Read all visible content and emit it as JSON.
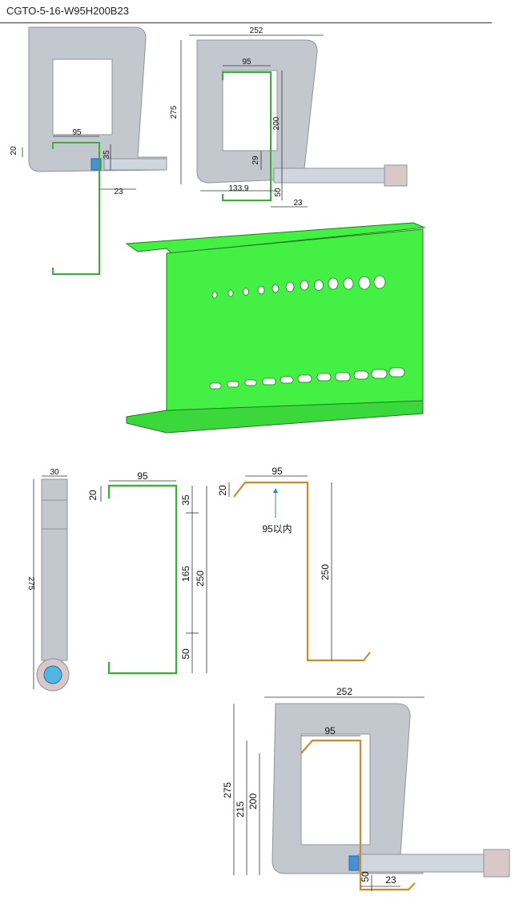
{
  "header": {
    "title": "CGTO-5-16-W95H200B23"
  },
  "colors": {
    "frame": "#c3c8ce",
    "frame_edge": "#8e949b",
    "green_profile": "#2fb52f",
    "green_fill": "#44f044",
    "orange_profile": "#cf8a2c",
    "dim_line": "#333333",
    "note_arrow": "#3a7fc0"
  },
  "view1": {
    "w": "95",
    "a": "20",
    "b": "35",
    "c": "23"
  },
  "view2": {
    "top": "252",
    "h": "275",
    "w": "95",
    "h2": "200",
    "g": "29",
    "d": "133.9",
    "e": "50",
    "f": "23"
  },
  "side_view": {
    "w": "30",
    "h": "275"
  },
  "green_section": {
    "w": "95",
    "top": "20",
    "a": "35",
    "b": "165",
    "c": "250",
    "d": "50"
  },
  "orange_section": {
    "w": "95",
    "top": "20",
    "note": "95以内",
    "h": "250"
  },
  "bottom_view": {
    "top": "252",
    "w": "95",
    "h": "275",
    "h2": "215",
    "h3": "200",
    "e": "50",
    "f": "23"
  }
}
